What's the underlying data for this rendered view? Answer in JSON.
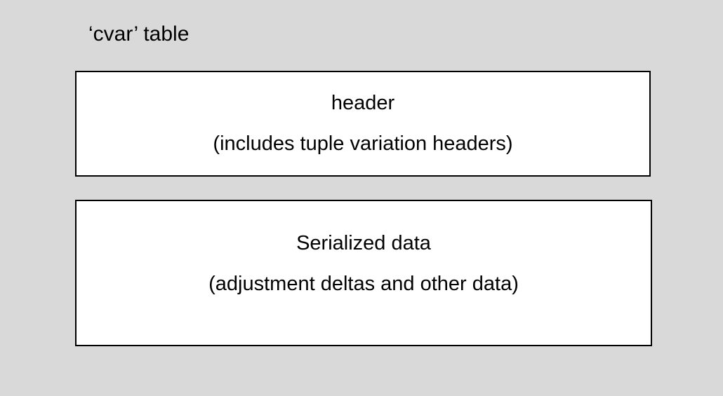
{
  "title": "‘cvar’ table",
  "boxes": [
    {
      "id": "header",
      "line1": "header",
      "line2": "(includes tuple variation headers)"
    },
    {
      "id": "serialized-data",
      "line1": "Serialized data",
      "line2": "(adjustment deltas and other data)"
    }
  ],
  "colors": {
    "background": "#d9d9d9",
    "box_fill": "#ffffff",
    "box_border": "#000000",
    "text": "#000000"
  }
}
